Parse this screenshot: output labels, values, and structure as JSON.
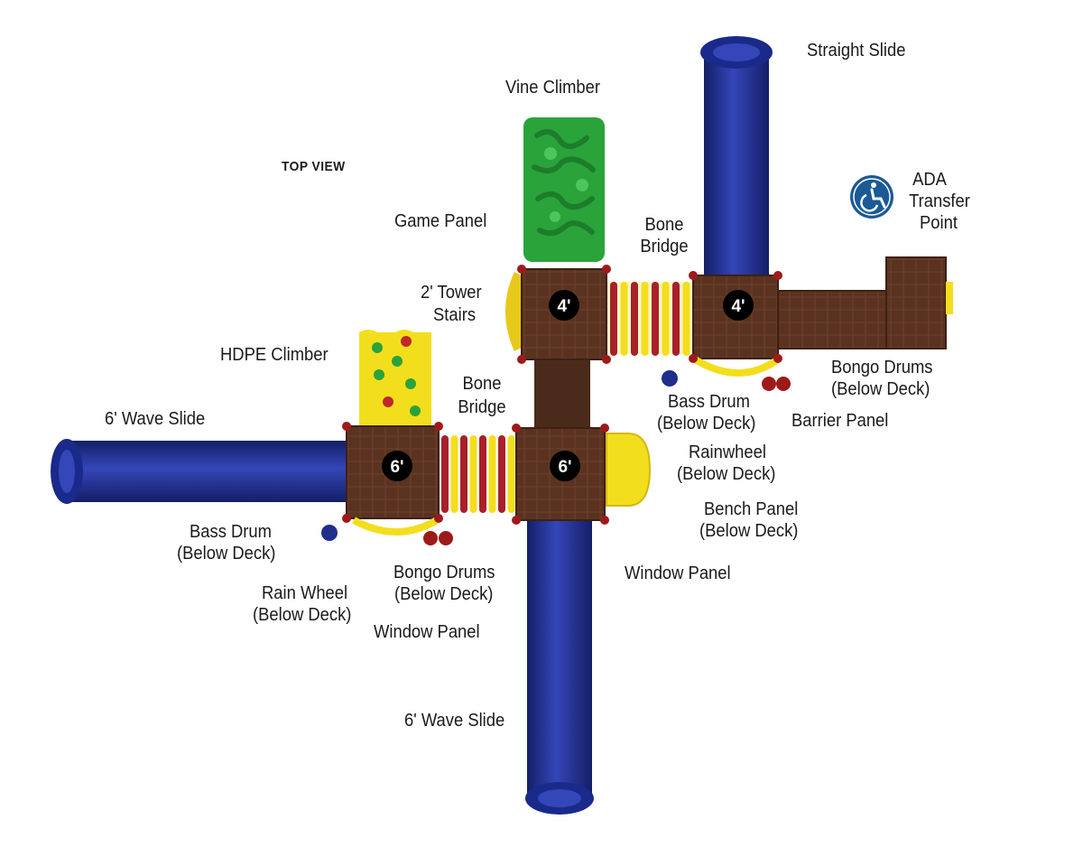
{
  "view_title": "TOP VIEW",
  "labels": {
    "straight_slide": "Straight Slide",
    "vine_climber": "Vine Climber",
    "ada_line1": "ADA",
    "ada_line2": "Transfer",
    "ada_line3": "Point",
    "game_panel": "Game Panel",
    "bone_bridge_top_1": "Bone",
    "bone_bridge_top_2": "Bridge",
    "tower_stairs_1": "2' Tower",
    "tower_stairs_2": "Stairs",
    "hdpe_climber": "HDPE Climber",
    "bone_bridge_mid_1": "Bone",
    "bone_bridge_mid_2": "Bridge",
    "wave_slide_left": "6' Wave Slide",
    "bongo_right_1": "Bongo Drums",
    "bongo_right_2": "(Below Deck)",
    "bass_right_1": "Bass Drum",
    "bass_right_2": "(Below Deck)",
    "barrier_panel": "Barrier Panel",
    "rainwheel_1": "Rainwheel",
    "rainwheel_2": "(Below Deck)",
    "bench_1": "Bench Panel",
    "bench_2": "(Below Deck)",
    "bass_left_1": "Bass Drum",
    "bass_left_2": "(Below Deck)",
    "bongo_left_1": "Bongo Drums",
    "bongo_left_2": "(Below Deck)",
    "window_panel_right": "Window Panel",
    "rain_wheel_1": "Rain Wheel",
    "rain_wheel_2": "(Below Deck)",
    "window_panel_left": "Window Panel",
    "wave_slide_bottom": "6' Wave Slide"
  },
  "decks": {
    "deck_top_left": "4'",
    "deck_top_right": "4'",
    "deck_left": "6'",
    "deck_center": "6'"
  },
  "colors": {
    "slide_blue": "#1f2d8c",
    "deck_brown": "#5a3320",
    "climber_yellow": "#f3de1e",
    "vine_green": "#2aa33a",
    "post_red": "#9e1a1a",
    "ada_blue": "#1b5a96"
  },
  "icons": {
    "ada": "wheelchair-icon"
  }
}
